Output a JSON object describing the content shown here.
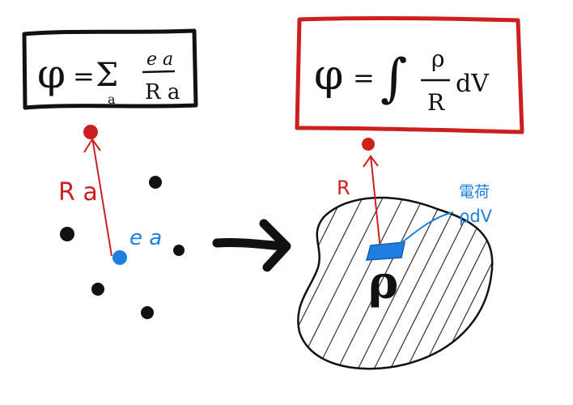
{
  "left_formula": {
    "phi": "φ",
    "equals": "=",
    "sum_symbol": "Σ",
    "sum_index": "a",
    "numerator": "e a",
    "denominator": "R a"
  },
  "right_formula": {
    "phi": "φ",
    "equals": "=",
    "integral_symbol": "∫",
    "numerator": "ρ",
    "denominator": "R",
    "differential": "dV"
  },
  "left_diagram": {
    "vector_label": "R a",
    "charge_label": "e a"
  },
  "right_diagram": {
    "vector_label": "R",
    "annotation_kanji": "電荷",
    "annotation_expr": "ρdV",
    "body_label": "ρ"
  },
  "colors": {
    "ink": "#111111",
    "red": "#cc1f1f",
    "blue": "#1e7fe0"
  }
}
